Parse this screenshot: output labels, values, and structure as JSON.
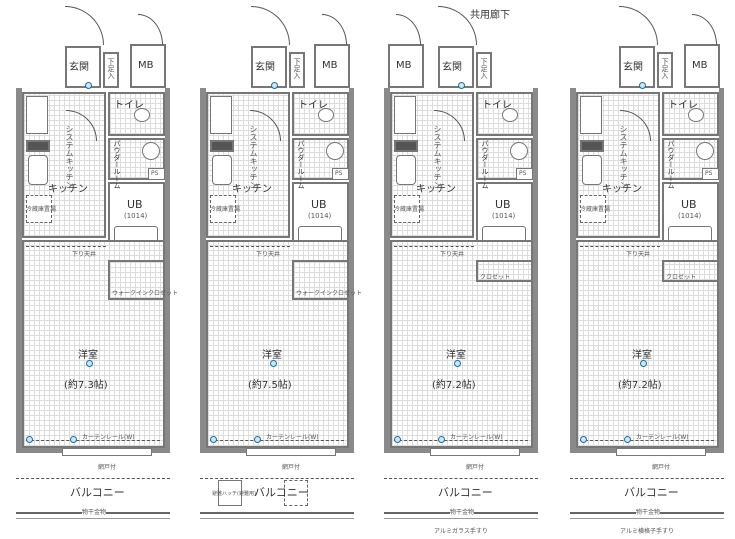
{
  "corridor_label": "共用廊下",
  "ceiling_note": "下り天井",
  "plans": [
    {
      "entrance": "玄関",
      "shoe": "下足入",
      "mb": "MB",
      "toilet": "トイレ",
      "powder": "パウダールーム",
      "ps": "PS",
      "ub": "UB",
      "ub_size": "(1014)",
      "kitchen": "キッチン",
      "system_kitchen": "システムキッチン",
      "fridge": "冷蔵庫置場",
      "closet": "ウォークインクロゼット",
      "room": "洋室",
      "room_size": "(約7.3帖)",
      "curtain": "カーテンレール(W)",
      "screen": "網戸付",
      "balcony": "バルコニー",
      "drying": "物干金物",
      "railing": ""
    },
    {
      "entrance": "玄関",
      "shoe": "下足入",
      "mb": "MB",
      "toilet": "トイレ",
      "powder": "パウダールーム",
      "ps": "PS",
      "ub": "UB",
      "ub_size": "(1014)",
      "kitchen": "キッチン",
      "system_kitchen": "システムキッチン",
      "fridge": "冷蔵庫置場",
      "closet": "ウォークインクロゼット",
      "room": "洋室",
      "room_size": "(約7.5帖)",
      "curtain": "カーテンレール(W)",
      "screen": "網戸付",
      "balcony": "バルコニー",
      "drying": "",
      "railing": "",
      "hatch": "避難ハッチ(避難用)"
    },
    {
      "entrance": "玄関",
      "shoe": "下足入",
      "mb": "MB",
      "toilet": "トイレ",
      "powder": "パウダールーム",
      "ps": "PS",
      "ub": "UB",
      "ub_size": "(1014)",
      "kitchen": "キッチン",
      "system_kitchen": "システムキッチン",
      "fridge": "冷蔵庫置場",
      "closet": "クロゼット",
      "room": "洋室",
      "room_size": "(約7.2帖)",
      "curtain": "カーテンレール(W)",
      "screen": "網戸付",
      "balcony": "バルコニー",
      "drying": "物干金物",
      "railing": "アルミガラス手すり"
    },
    {
      "entrance": "玄関",
      "shoe": "下足入",
      "mb": "MB",
      "toilet": "トイレ",
      "powder": "パウダールーム",
      "ps": "PS",
      "ub": "UB",
      "ub_size": "(1014)",
      "kitchen": "キッチン",
      "system_kitchen": "システムキッチン",
      "fridge": "冷蔵庫置場",
      "closet": "クロゼット",
      "room": "洋室",
      "room_size": "(約7.2帖)",
      "curtain": "カーテンレール(W)",
      "screen": "網戸付",
      "balcony": "バルコニー",
      "drying": "物干金物",
      "railing": "アルミ横格子手すり"
    }
  ]
}
